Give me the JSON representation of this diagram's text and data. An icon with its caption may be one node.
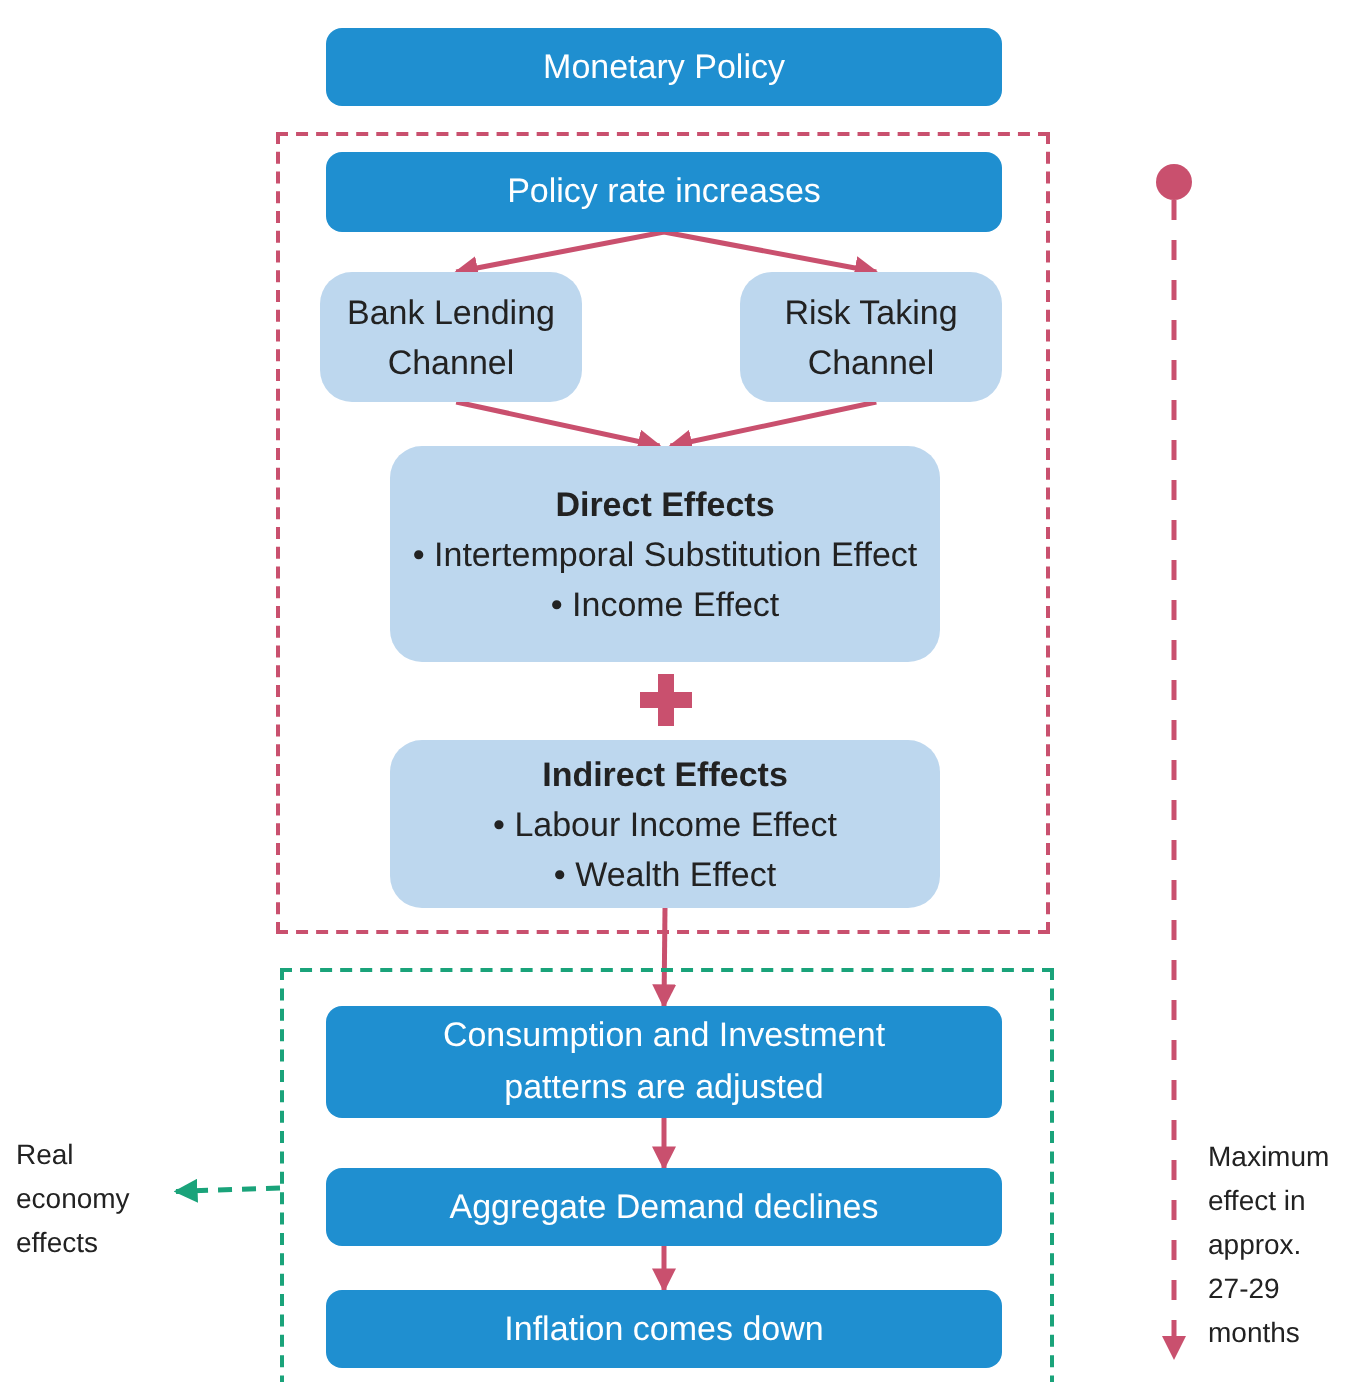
{
  "diagram": {
    "nodes": [
      {
        "text": [
          "Monetary Policy"
        ]
      },
      {
        "text": [],
        "shape": "box"
      },
      {
        "text": [
          "Policy rate increases"
        ],
        "in": 1
      },
      {
        "text": [
          "Bank Lending Channel"
        ],
        "in": 1
      },
      {
        "text": [
          "Risk Taking Channel"
        ],
        "in": 1
      },
      {
        "text": [
          "Direct Effects",
          "• Intertemporal Substitution Effect",
          "• Income Effect"
        ],
        "in": 1
      },
      {
        "text": [
          "Indirect Effects",
          "• Labour Income Effect",
          "• Wealth Effect"
        ],
        "in": 1
      },
      {
        "text": [],
        "shape": "box"
      },
      {
        "text": [
          "Consumption and Investment patterns are adjusted"
        ],
        "in": 7
      },
      {
        "text": [
          "Aggregate Demand declines"
        ],
        "in": 7
      },
      {
        "text": [
          "Inflation comes down"
        ],
        "in": 7
      },
      {
        "text": [
          "Real economy effects"
        ]
      }
    ],
    "edges": [
      {
        "from": 2,
        "to": 3,
        "arrow": "to"
      },
      {
        "from": 2,
        "to": 4,
        "arrow": "to"
      },
      {
        "from": 3,
        "to": 5,
        "arrow": "to"
      },
      {
        "from": 4,
        "to": 5,
        "arrow": "to"
      },
      {
        "from": 6,
        "to": 8,
        "arrow": "to"
      },
      {
        "from": 8,
        "to": 9,
        "arrow": "to"
      },
      {
        "from": 9,
        "to": 10,
        "arrow": "to"
      },
      {
        "from": 7,
        "to": 11,
        "arrow": "to",
        "style": "dashed",
        "color": "#1aa37a"
      }
    ],
    "labels": [
      "Maximum effect in approx. 27-29 months"
    ]
  }
}
